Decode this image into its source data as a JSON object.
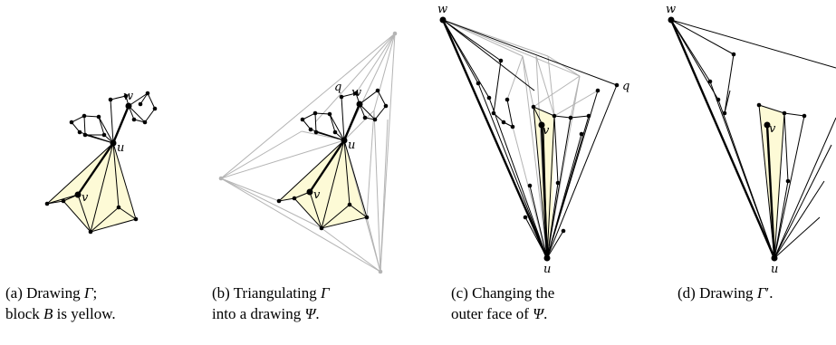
{
  "panels": [
    {
      "id": "a",
      "labels": {
        "w": "w",
        "u": "u",
        "v": "v"
      },
      "caption": {
        "line1_pre": "(a)   Drawing  ",
        "line1_var": "Γ",
        "line1_post": ";",
        "line2_pre": "block ",
        "line2_var": "B",
        "line2_post": " is yellow."
      }
    },
    {
      "id": "b",
      "labels": {
        "q": "q",
        "w": "w",
        "u": "u",
        "v": "v"
      },
      "caption": {
        "line1_pre": "(b) Triangulating ",
        "line1_var": "Γ",
        "line1_post": "",
        "line2_pre": "into a drawing ",
        "line2_var": "Ψ",
        "line2_post": "."
      }
    },
    {
      "id": "c",
      "labels": {
        "w": "w",
        "q": "q",
        "v": "v",
        "u": "u"
      },
      "caption": {
        "line1_pre": "(c)  Changing the",
        "line1_var": "",
        "line1_post": "",
        "line2_pre": "outer face of ",
        "line2_var": "Ψ",
        "line2_post": "."
      }
    },
    {
      "id": "d",
      "labels": {
        "w": "w",
        "v": "v",
        "u": "u"
      },
      "caption": {
        "line1_pre": "(d) Drawing ",
        "line1_var": "Γ",
        "line1_post": "′.",
        "line2_pre": "",
        "line2_var": "",
        "line2_post": ""
      }
    }
  ],
  "colors": {
    "block_fill": "#fdfad6",
    "edge": "#000000",
    "aux_edge": "#b4b4b4"
  }
}
